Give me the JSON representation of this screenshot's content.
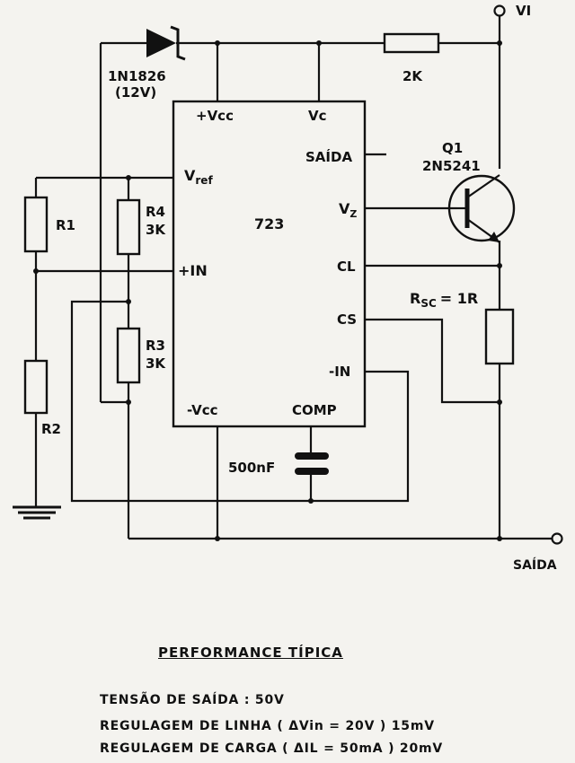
{
  "diagram": {
    "ic": {
      "name": "723",
      "pins": {
        "vcc_plus": "+Vcc",
        "vc": "Vc",
        "saida": "SAÍDA",
        "vref_main": "V",
        "vref_sub": "ref",
        "vz_main": "V",
        "vz_sub": "Z",
        "in_plus": "+IN",
        "cl": "CL",
        "cs": "CS",
        "in_minus": "-IN",
        "vcc_minus": "-Vcc",
        "comp": "COMP"
      }
    },
    "zener": {
      "part": "1N1826",
      "rating": "(12V)"
    },
    "resistor_2k": "2K",
    "transistor": {
      "ref": "Q1",
      "part": "2N5241"
    },
    "r1": "R1",
    "r2": "R2",
    "r4": {
      "ref": "R4",
      "value": "3K"
    },
    "r3": {
      "ref": "R3",
      "value": "3K"
    },
    "rsc": {
      "main": "R",
      "sub": "SC",
      "value": "= 1R"
    },
    "capacitor": "500nF",
    "terminal_in": "VI",
    "terminal_out": "SAÍDA"
  },
  "performance": {
    "title": "PERFORMANCE TÍPICA",
    "lines": [
      "TENSÃO DE SAÍDA : 50V",
      "REGULAGEM DE LINHA ( ΔVin = 20V ) 15mV",
      "REGULAGEM DE CARGA ( ΔIL = 50mA ) 20mV"
    ]
  }
}
